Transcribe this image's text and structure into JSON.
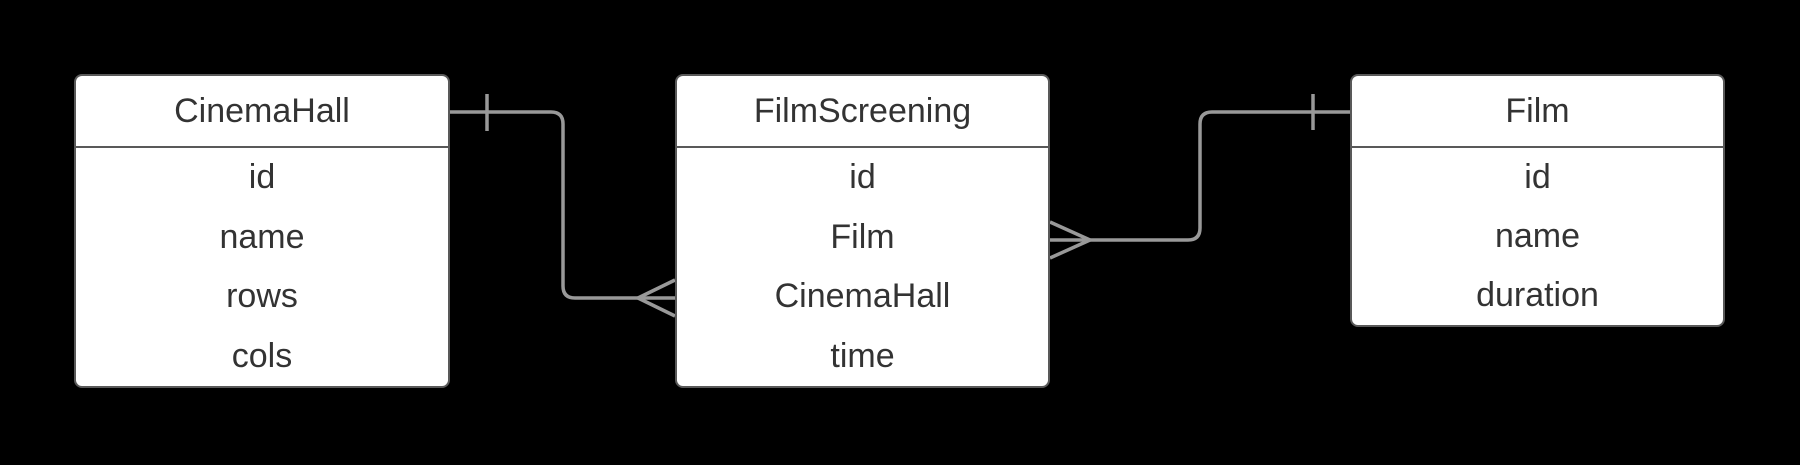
{
  "diagram": {
    "kind": "entity-relationship-diagram",
    "background_color": "#000000",
    "shape_fill_color": "#ffffff",
    "shape_border_color": "#595959",
    "connector_color": "#999999",
    "text_color": "#333333"
  },
  "entities": [
    {
      "name": "CinemaHall",
      "fields": [
        "id",
        "name",
        "rows",
        "cols"
      ]
    },
    {
      "name": "FilmScreening",
      "fields": [
        "id",
        "Film",
        "CinemaHall",
        "time"
      ]
    },
    {
      "name": "Film",
      "fields": [
        "id",
        "name",
        "duration"
      ]
    }
  ],
  "relationships": [
    {
      "from": "CinemaHall",
      "to": "FilmScreening",
      "from_cardinality": "one",
      "to_cardinality": "many",
      "notation": "crow-foot"
    },
    {
      "from": "Film",
      "to": "FilmScreening",
      "from_cardinality": "one",
      "to_cardinality": "many",
      "notation": "crow-foot"
    }
  ]
}
